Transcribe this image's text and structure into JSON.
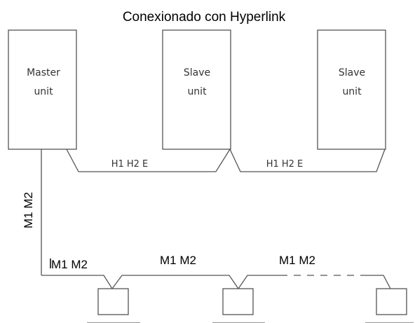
{
  "title": "Conexionado con Hyperlink",
  "units": [
    {
      "line1": "Master",
      "line2": "unit"
    },
    {
      "line1": "Slave",
      "line2": "unit"
    },
    {
      "line1": "Slave",
      "line2": "unit"
    }
  ],
  "hyperlink_labels": [
    "H1 H2 E",
    "H1 H2 E"
  ],
  "vertical_wire_label": "M1 M2",
  "indoor_wire_labels": [
    "M1 M2",
    "M1 M2",
    "M1 M2"
  ],
  "colors": {
    "line": "#555555",
    "text": "#000000",
    "unit_text": "#333333"
  }
}
